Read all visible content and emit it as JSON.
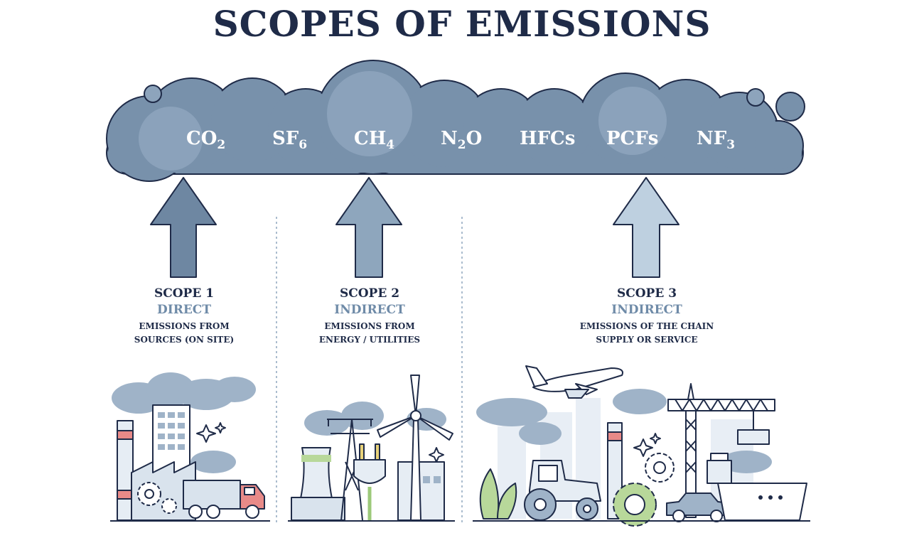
{
  "title": "SCOPES OF EMISSIONS",
  "gases": [
    {
      "base": "CO",
      "sub": "2"
    },
    {
      "base": "SF",
      "sub": "6"
    },
    {
      "base": "CH",
      "sub": "4"
    },
    {
      "base": "N",
      "sub": "2",
      "tail": "O"
    },
    {
      "base": "HFCs",
      "sub": ""
    },
    {
      "base": "PCFs",
      "sub": ""
    },
    {
      "base": "NF",
      "sub": "3"
    }
  ],
  "scopes": [
    {
      "heading": "SCOPE 1",
      "type": "DIRECT",
      "line1": "EMISSIONS FROM",
      "line2": "SOURCES (ON SITE)"
    },
    {
      "heading": "SCOPE 2",
      "type": "INDIRECT",
      "line1": "EMISSIONS FROM",
      "line2": "ENERGY / UTILITIES"
    },
    {
      "heading": "SCOPE 3",
      "type": "INDIRECT",
      "line1": "EMISSIONS OF THE CHAIN",
      "line2": "SUPPLY OR SERVICE"
    }
  ],
  "colors": {
    "title": "#1f2b48",
    "cloud": "#7891ab",
    "cloud_light": "#8da4bc",
    "accent_text": "#6f8ba8",
    "arrow1": "#6e87a2",
    "arrow2": "#8ea6bd",
    "arrow3": "#bed0e0"
  },
  "icons": [
    "factory-icon",
    "truck-icon",
    "gear-icon",
    "cooling-tower-icon",
    "power-pylon-icon",
    "plug-icon",
    "wind-turbine-icon",
    "airplane-icon",
    "crane-icon",
    "tractor-icon",
    "car-icon",
    "ship-icon",
    "chimney-icon",
    "sparkle-icon"
  ]
}
